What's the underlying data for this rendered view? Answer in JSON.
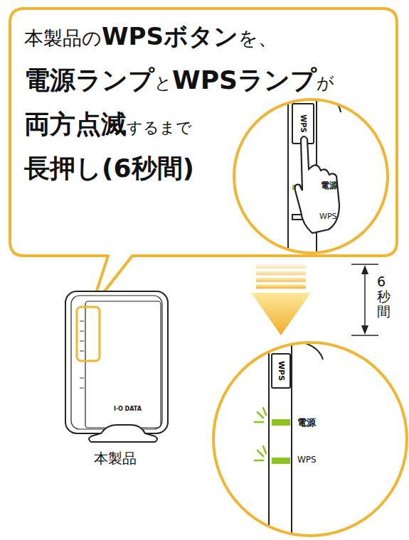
{
  "diagram": {
    "nodes": [
      {
        "text": [
          "本製品の",
          "WPSボタン",
          "を、",
          "電源ランプ",
          "と",
          "WPSランプ",
          "が",
          "両方点滅",
          "するまで",
          "長押し(6秒間)"
        ]
      },
      {
        "text": [
          "WPS",
          "電源",
          "WPS"
        ],
        "in": 0
      },
      {
        "text": [
          "I·O DATA",
          "本製品"
        ]
      },
      {
        "text": [
          "WPS",
          "電源",
          "WPS"
        ]
      }
    ],
    "edges": [
      {
        "from": 0,
        "to": 3,
        "arrow": "to"
      }
    ],
    "labels": [
      "6秒間"
    ]
  }
}
